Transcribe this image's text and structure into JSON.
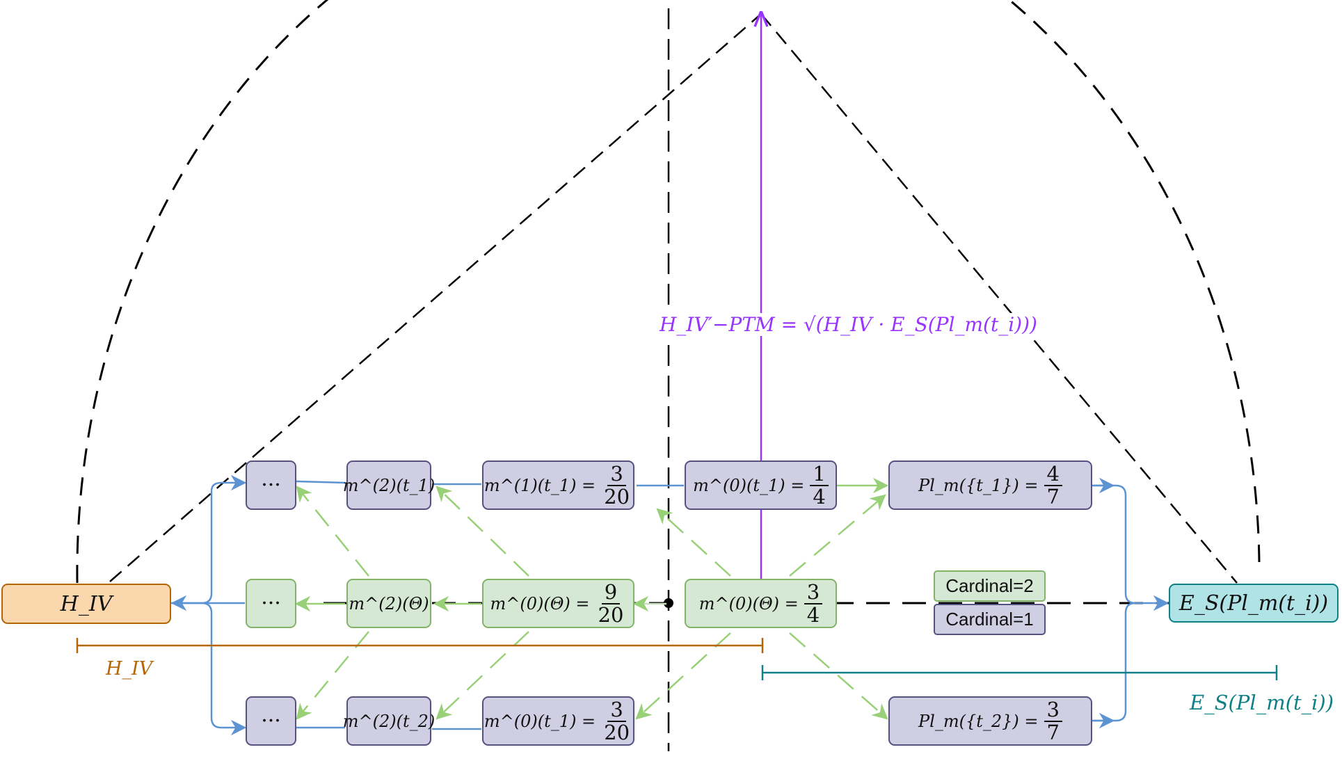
{
  "colors": {
    "purple_fill": "#d0cee2",
    "purple_border": "#56517e",
    "green_fill": "#d5e8d4",
    "green_border": "#82b366",
    "orange_fill": "#fad7ac",
    "orange_border": "#b46504",
    "teal_fill": "#b0e3e6",
    "teal_border": "#0e8088",
    "blue_arrow": "#5b93d3",
    "green_arrow": "#97d077",
    "purple_highlight": "#9933ff",
    "dashed": "#000000"
  },
  "nodes": {
    "h_iv": "H_IV",
    "es": "E_S(Pl_m(t_i))",
    "dots_top": "···",
    "dots_mid": "···",
    "dots_bot": "···",
    "m2_t1": "m^(2)(t_1)",
    "m2_theta": "m^(2)(Θ)",
    "m2_t2": "m^(2)(t_2)",
    "m1_t1": {
      "lhs": "m^(1)(t_1) =",
      "num": "3",
      "den": "20"
    },
    "m0_theta_a": {
      "lhs": "m^(0)(Θ) =",
      "num": "9",
      "den": "20"
    },
    "m0_t1_bottom": {
      "lhs": "m^(0)(t_1) =",
      "num": "3",
      "den": "20"
    },
    "m0_t1_top": {
      "lhs": "m^(0)(t_1) =",
      "num": "1",
      "den": "4"
    },
    "m0_theta_b": {
      "lhs": "m^(0)(Θ) =",
      "num": "3",
      "den": "4"
    },
    "pl_t1": {
      "lhs": "Pl_m({t_1}) =",
      "num": "4",
      "den": "7"
    },
    "pl_t2": {
      "lhs": "Pl_m({t_2}) =",
      "num": "3",
      "den": "7"
    }
  },
  "legend": {
    "cardinal2": "Cardinal=2",
    "cardinal1": "Cardinal=1"
  },
  "labels": {
    "h_iv_span": "H_IV",
    "es_span": "E_S(Pl_m(t_i))",
    "formula": "H_IV′−PTM = √(H_IV · E_S(Pl_m(t_i)))"
  }
}
